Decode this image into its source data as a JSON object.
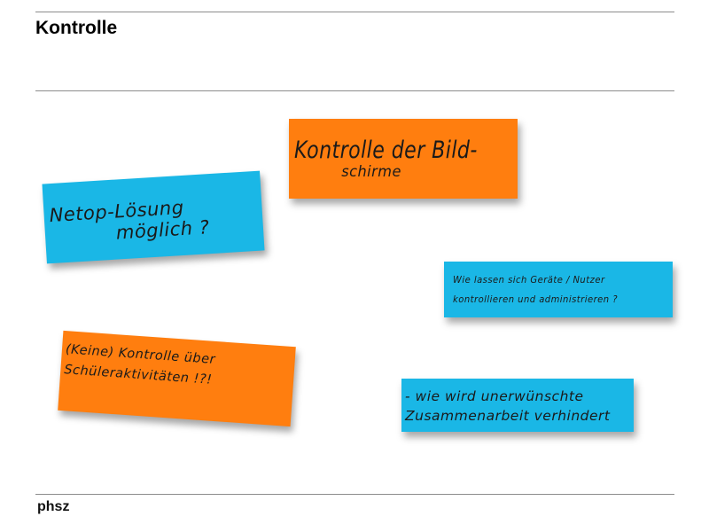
{
  "slide": {
    "title": "Kontrolle",
    "footer_logo": "phsz"
  },
  "notes": [
    {
      "color": "#ff7e0f",
      "lines": [
        "Kontrolle der Bild-",
        "schirme"
      ]
    },
    {
      "color": "#1ab7e6",
      "lines": [
        "Netop-Lösung",
        "möglich ?"
      ]
    },
    {
      "color": "#1ab7e6",
      "lines": [
        "Wie lassen sich Geräte / Nutzer",
        "kontrollieren und administrieren ?"
      ]
    },
    {
      "color": "#ff7e0f",
      "lines": [
        "(Keine) Kontrolle über",
        "Schüleraktivitäten !?!"
      ]
    },
    {
      "color": "#1ab7e6",
      "lines": [
        "- wie wird unerwünschte",
        "Zusammenarbeit verhindert"
      ]
    }
  ]
}
